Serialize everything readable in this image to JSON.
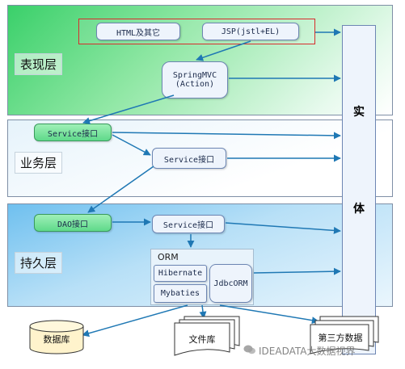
{
  "layers": {
    "presentation": "表现层",
    "business": "业务层",
    "persistence": "持久层"
  },
  "presentation": {
    "html_other": "HTML及其它",
    "jsp": "JSP(jstl+EL)",
    "springmvc_line1": "SpringMVC",
    "springmvc_line2": "(Action)"
  },
  "business": {
    "service_interface_left": "Service接口",
    "service_interface_mid": "Service接口"
  },
  "persistence": {
    "dao_interface": "DAO接口",
    "service_interface": "Service接口",
    "orm_title": "ORM",
    "hibernate": "Hibernate",
    "mybaties": "Mybaties",
    "jdbcorm": "JdbcORM"
  },
  "entity": {
    "char1": "实",
    "char2": "体"
  },
  "storage": {
    "database": "数据库",
    "file_library": "文件库",
    "third_party_data": "第三方数据"
  },
  "watermark": {
    "text": "IDEADATA大数据视界"
  },
  "colors": {
    "arrow": "#1f78b4",
    "web_group_border": "#d62c2c"
  },
  "icons": {
    "watermark": "wechat-icon",
    "database": "database-cylinder-icon",
    "files": "document-stack-icon"
  }
}
